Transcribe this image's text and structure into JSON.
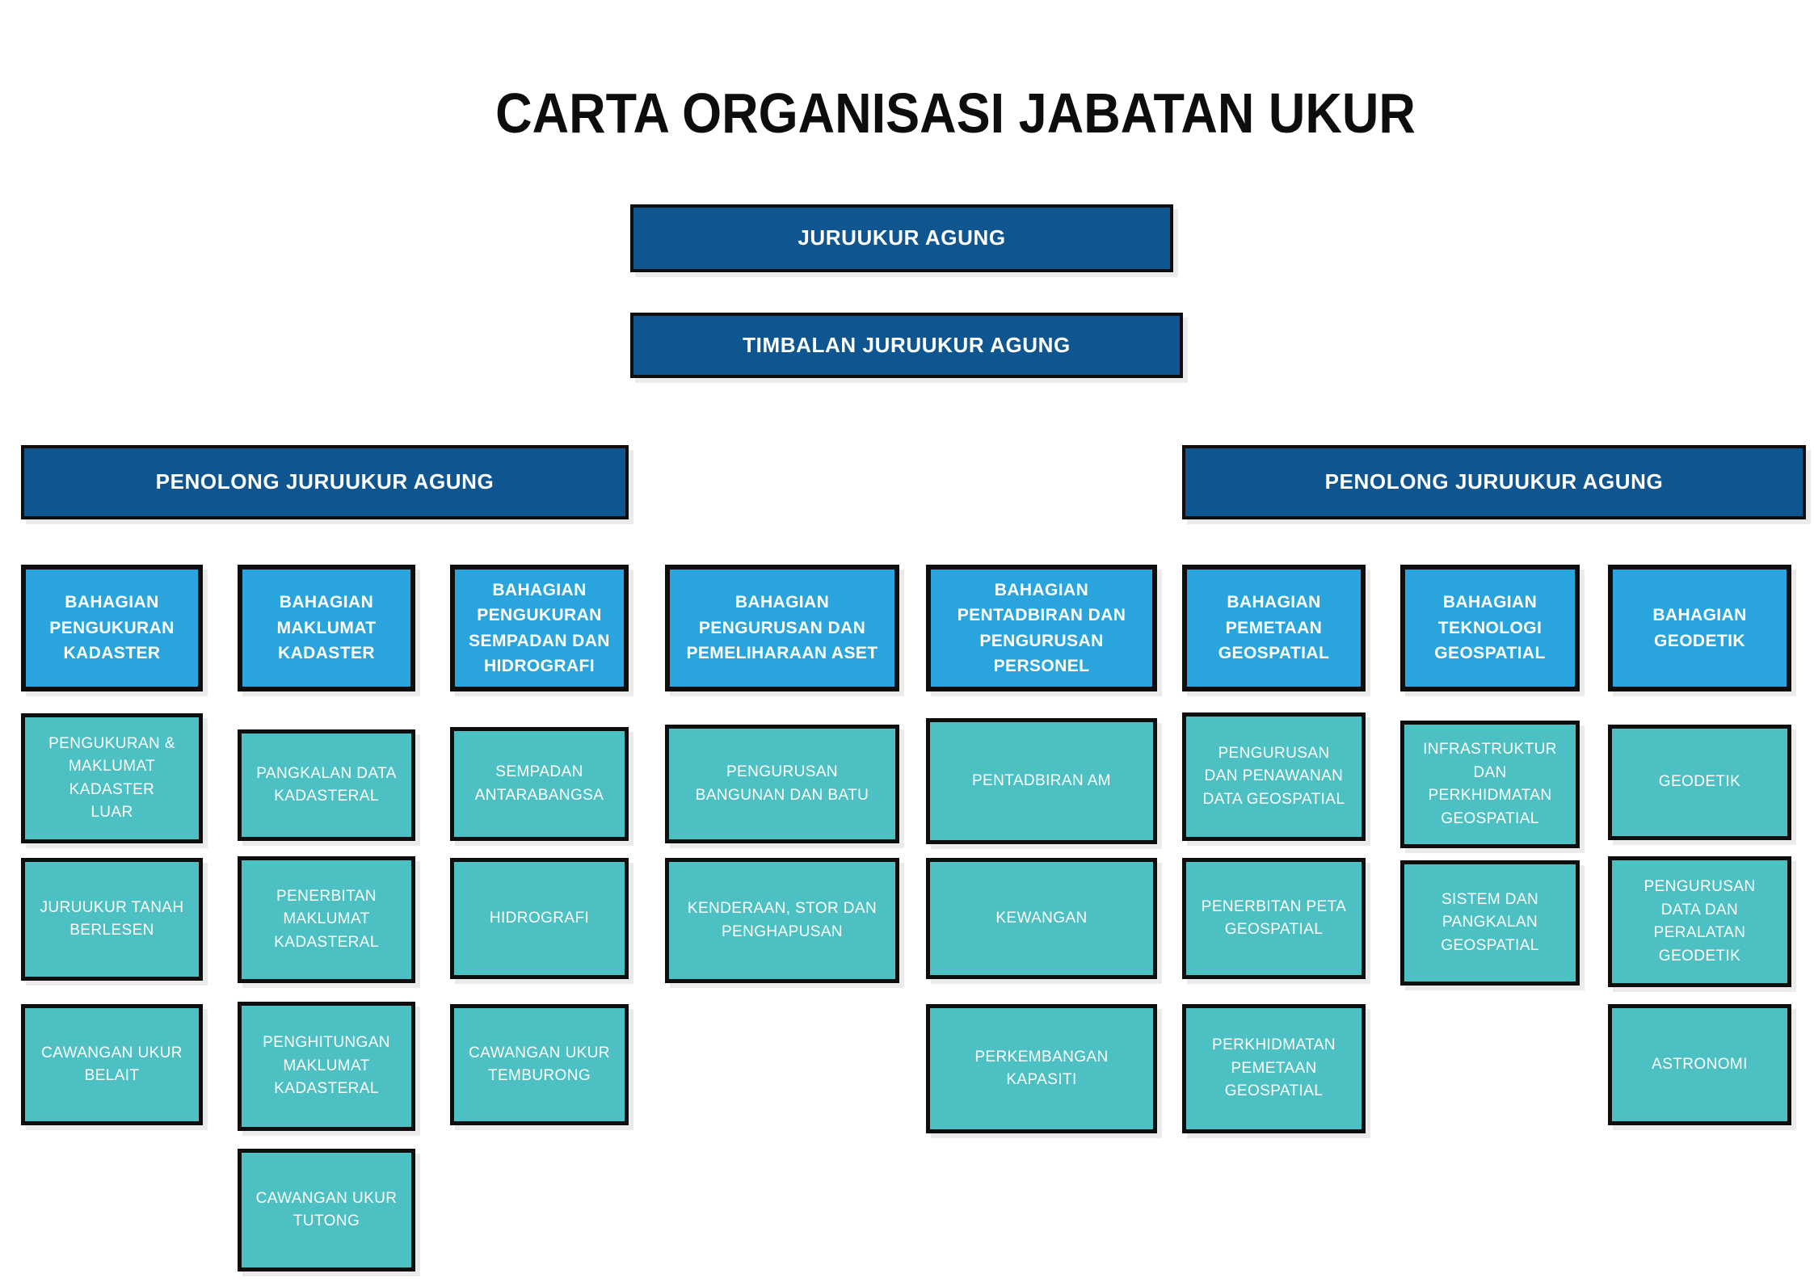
{
  "title": "CARTA ORGANISASI JABATAN UKUR",
  "colors": {
    "leadership_box": "#0f558f",
    "division_box": "#29a4dc",
    "unit_box": "#4cc0c3",
    "box_border": "#0e0e0e",
    "box_text": "#ffffff",
    "title_text": "#0d0d0d",
    "background": "#ffffff"
  },
  "org": {
    "top": "JURUUKUR AGUNG",
    "deputy": "TIMBALAN JURUUKUR AGUNG",
    "assistant_left": "PENOLONG JURUUKUR AGUNG",
    "assistant_right": "PENOLONG JURUUKUR AGUNG",
    "divisions": [
      {
        "label": "BAHAGIAN\nPENGUKURAN\nKADASTER",
        "units": [
          "PENGUKURAN &\nMAKLUMAT\nKADASTER\nLUAR",
          "JURUUKUR TANAH\nBERLESEN",
          "CAWANGAN UKUR\nBELAIT"
        ]
      },
      {
        "label": "BAHAGIAN\nMAKLUMAT\nKADASTER",
        "units": [
          "PANGKALAN DATA\nKADASTERAL",
          "PENERBITAN\nMAKLUMAT\nKADASTERAL",
          "PENGHITUNGAN\nMAKLUMAT\nKADASTERAL",
          "CAWANGAN UKUR\nTUTONG"
        ]
      },
      {
        "label": "BAHAGIAN\nPENGUKURAN\nSEMPADAN DAN\nHIDROGRAFI",
        "units": [
          "SEMPADAN\nANTARABANGSA",
          "HIDROGRAFI",
          "CAWANGAN UKUR\nTEMBURONG"
        ]
      },
      {
        "label": "BAHAGIAN\nPENGURUSAN DAN\nPEMELIHARAAN ASET",
        "units": [
          "PENGURUSAN\nBANGUNAN DAN BATU",
          "KENDERAAN, STOR DAN\nPENGHAPUSAN"
        ]
      },
      {
        "label": "BAHAGIAN\nPENTADBIRAN DAN\nPENGURUSAN\nPERSONEL",
        "units": [
          "PENTADBIRAN AM",
          "KEWANGAN",
          "PERKEMBANGAN\nKAPASITI"
        ]
      },
      {
        "label": "BAHAGIAN\nPEMETAAN\nGEOSPATIAL",
        "units": [
          "PENGURUSAN\nDAN PENAWANAN\nDATA GEOSPATIAL",
          "PENERBITAN PETA\nGEOSPATIAL",
          "PERKHIDMATAN\nPEMETAAN\nGEOSPATIAL"
        ]
      },
      {
        "label": "BAHAGIAN\nTEKNOLOGI\nGEOSPATIAL",
        "units": [
          "INFRASTRUKTUR\nDAN\nPERKHIDMATAN\nGEOSPATIAL",
          "SISTEM DAN\nPANGKALAN\nGEOSPATIAL"
        ]
      },
      {
        "label": "BAHAGIAN\nGEODETIK",
        "units": [
          "GEODETIK",
          "PENGURUSAN\nDATA DAN\nPERALATAN\nGEODETIK",
          "ASTRONOMI"
        ]
      }
    ]
  }
}
